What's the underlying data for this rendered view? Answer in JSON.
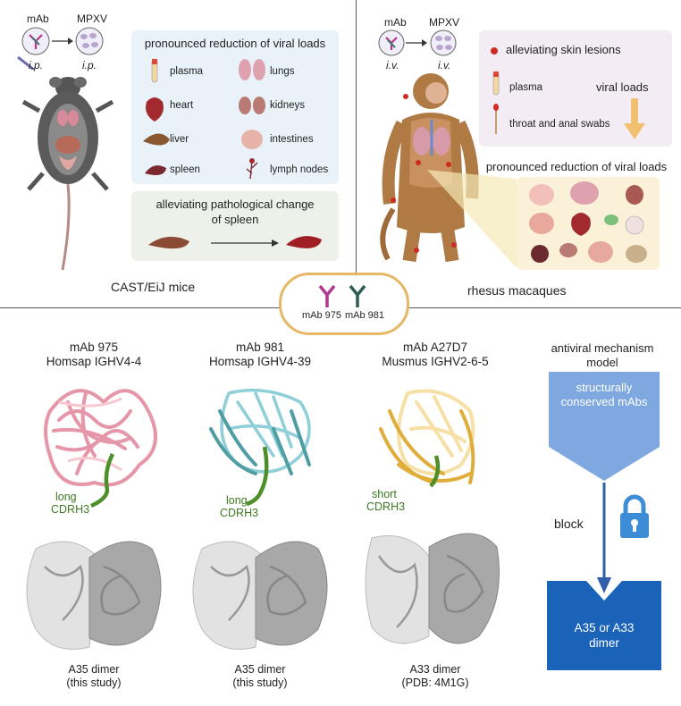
{
  "mice_panel": {
    "mab": "mAb",
    "mpxv": "MPXV",
    "route_left": "i.p.",
    "route_right": "i.p.",
    "viral_title": "pronounced reduction of viral loads",
    "organs": [
      "plasma",
      "lungs",
      "heart",
      "kidneys",
      "liver",
      "intestines",
      "spleen",
      "lymph nodes"
    ],
    "path_title": "alleviating pathological change of spleen",
    "label": "CAST/EiJ mice"
  },
  "macaque_panel": {
    "mab": "mAb",
    "mpxv": "MPXV",
    "route_left": "i.v.",
    "route_right": "i.v.",
    "skin": "alleviating skin lesions",
    "plasma": "plasma",
    "swabs": "throat and anal swabs",
    "viral_loads": "viral loads",
    "viral_title": "pronounced reduction of viral loads",
    "label": "rhesus macaques"
  },
  "center": {
    "mab1": "mAb 975",
    "mab2": "mAb 981"
  },
  "structures": [
    {
      "name": "mAb 975",
      "gene": "Homsap IGHV4-4",
      "cdr_len": "long",
      "cdr": "CDRH3",
      "dimer": "A35 dimer",
      "source": "(this study)"
    },
    {
      "name": "mAb 981",
      "gene": "Homsap IGHV4-39",
      "cdr_len": "long",
      "cdr": "CDRH3",
      "dimer": "A35 dimer",
      "source": "(this study)"
    },
    {
      "name": "mAb A27D7",
      "gene": "Musmus IGHV2-6-5",
      "cdr_len": "short",
      "cdr": "CDRH3",
      "dimer": "A33 dimer",
      "source": "(PDB: 4M1G)"
    }
  ],
  "mechanism": {
    "title": "antiviral mechanism model",
    "top_box": "structurally conserved mAbs",
    "block": "block",
    "bottom_box": "A35 or A33 dimer"
  },
  "colors": {
    "pink": "#e89aaa",
    "teal": "#5fb3b8",
    "gold": "#e3b449",
    "blue": "#1a63b8",
    "lightblue": "#7fa8e0"
  }
}
